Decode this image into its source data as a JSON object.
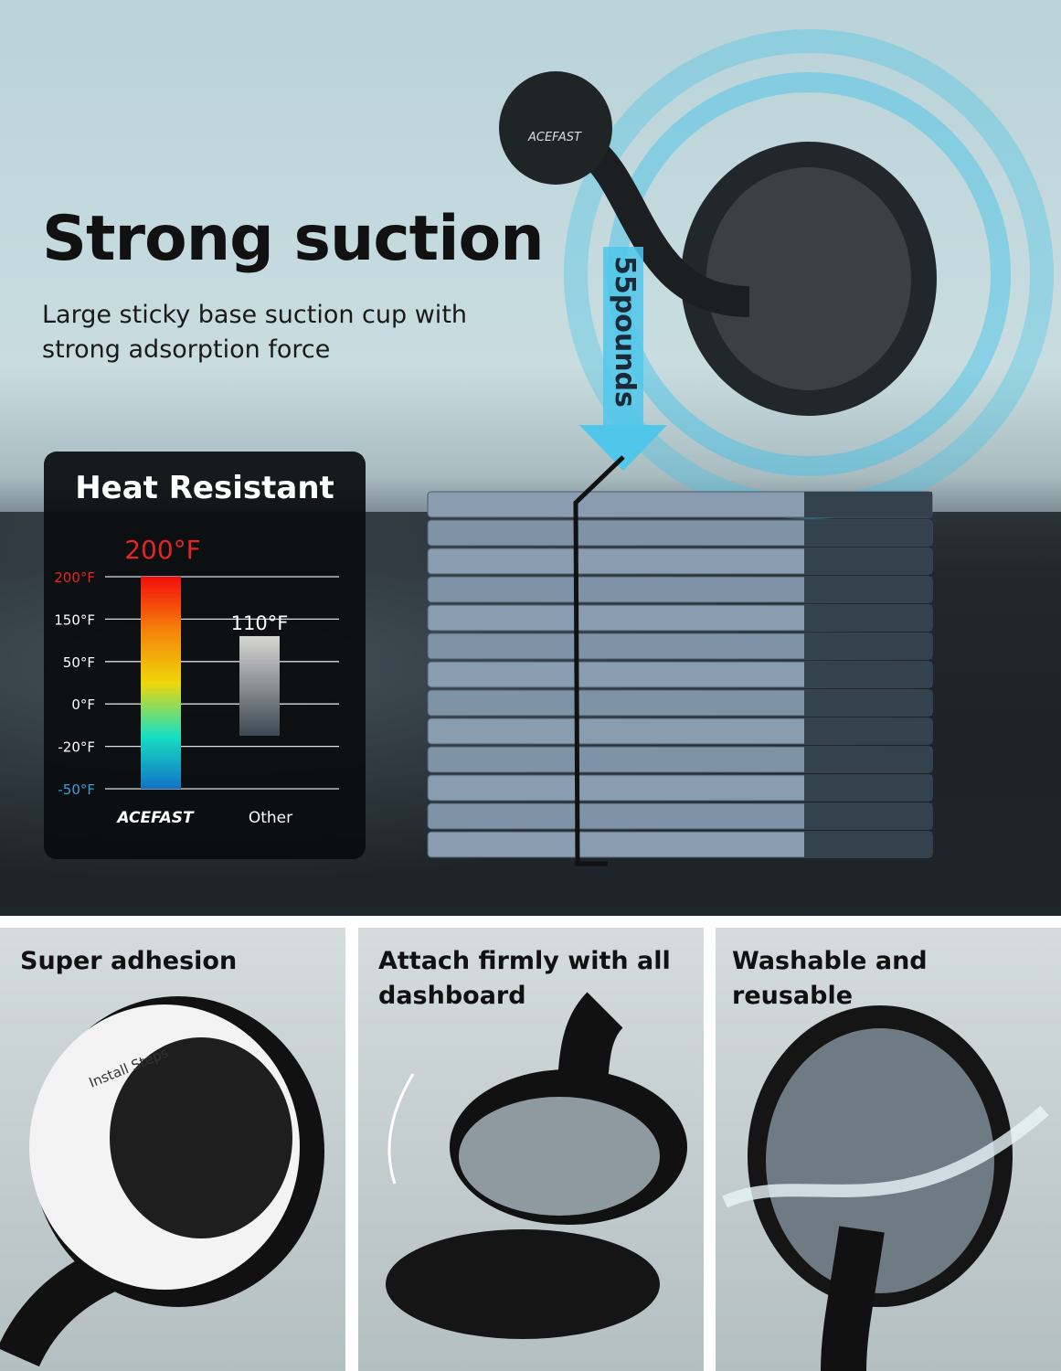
{
  "hero": {
    "title": "Strong suction",
    "subtitle": "Large sticky base suction cup with strong adsorption force",
    "weight_label": "55pounds",
    "logo": "ACEFAST"
  },
  "heat_chart": {
    "title": "Heat Resistant",
    "highlight_label": "200°F",
    "chart_data": {
      "type": "bar",
      "categories": [
        "ACEFAST",
        "Other"
      ],
      "ticks": [
        "200°F",
        "150°F",
        "50°F",
        "0°F",
        "-20°F",
        "-50°F"
      ],
      "tick_values": [
        200,
        150,
        50,
        0,
        -20,
        -50
      ],
      "ranges": [
        {
          "name": "ACEFAST",
          "low": -50,
          "high": 200
        },
        {
          "name": "Other",
          "low": -15,
          "high": 110
        }
      ],
      "data_labels": [
        "200°F",
        "110°F"
      ],
      "grid": true
    },
    "colors": {
      "highlight": "#e82420",
      "low_tick": "#3aa0d8",
      "other_bar_top": "#d8d6d2",
      "other_bar_bottom": "#3c4852"
    }
  },
  "panels": [
    {
      "title": "Super adhesion",
      "sticker_text": "Install Steps"
    },
    {
      "title": "Attach firmly with all dashboard"
    },
    {
      "title": "Washable and reusable"
    }
  ]
}
